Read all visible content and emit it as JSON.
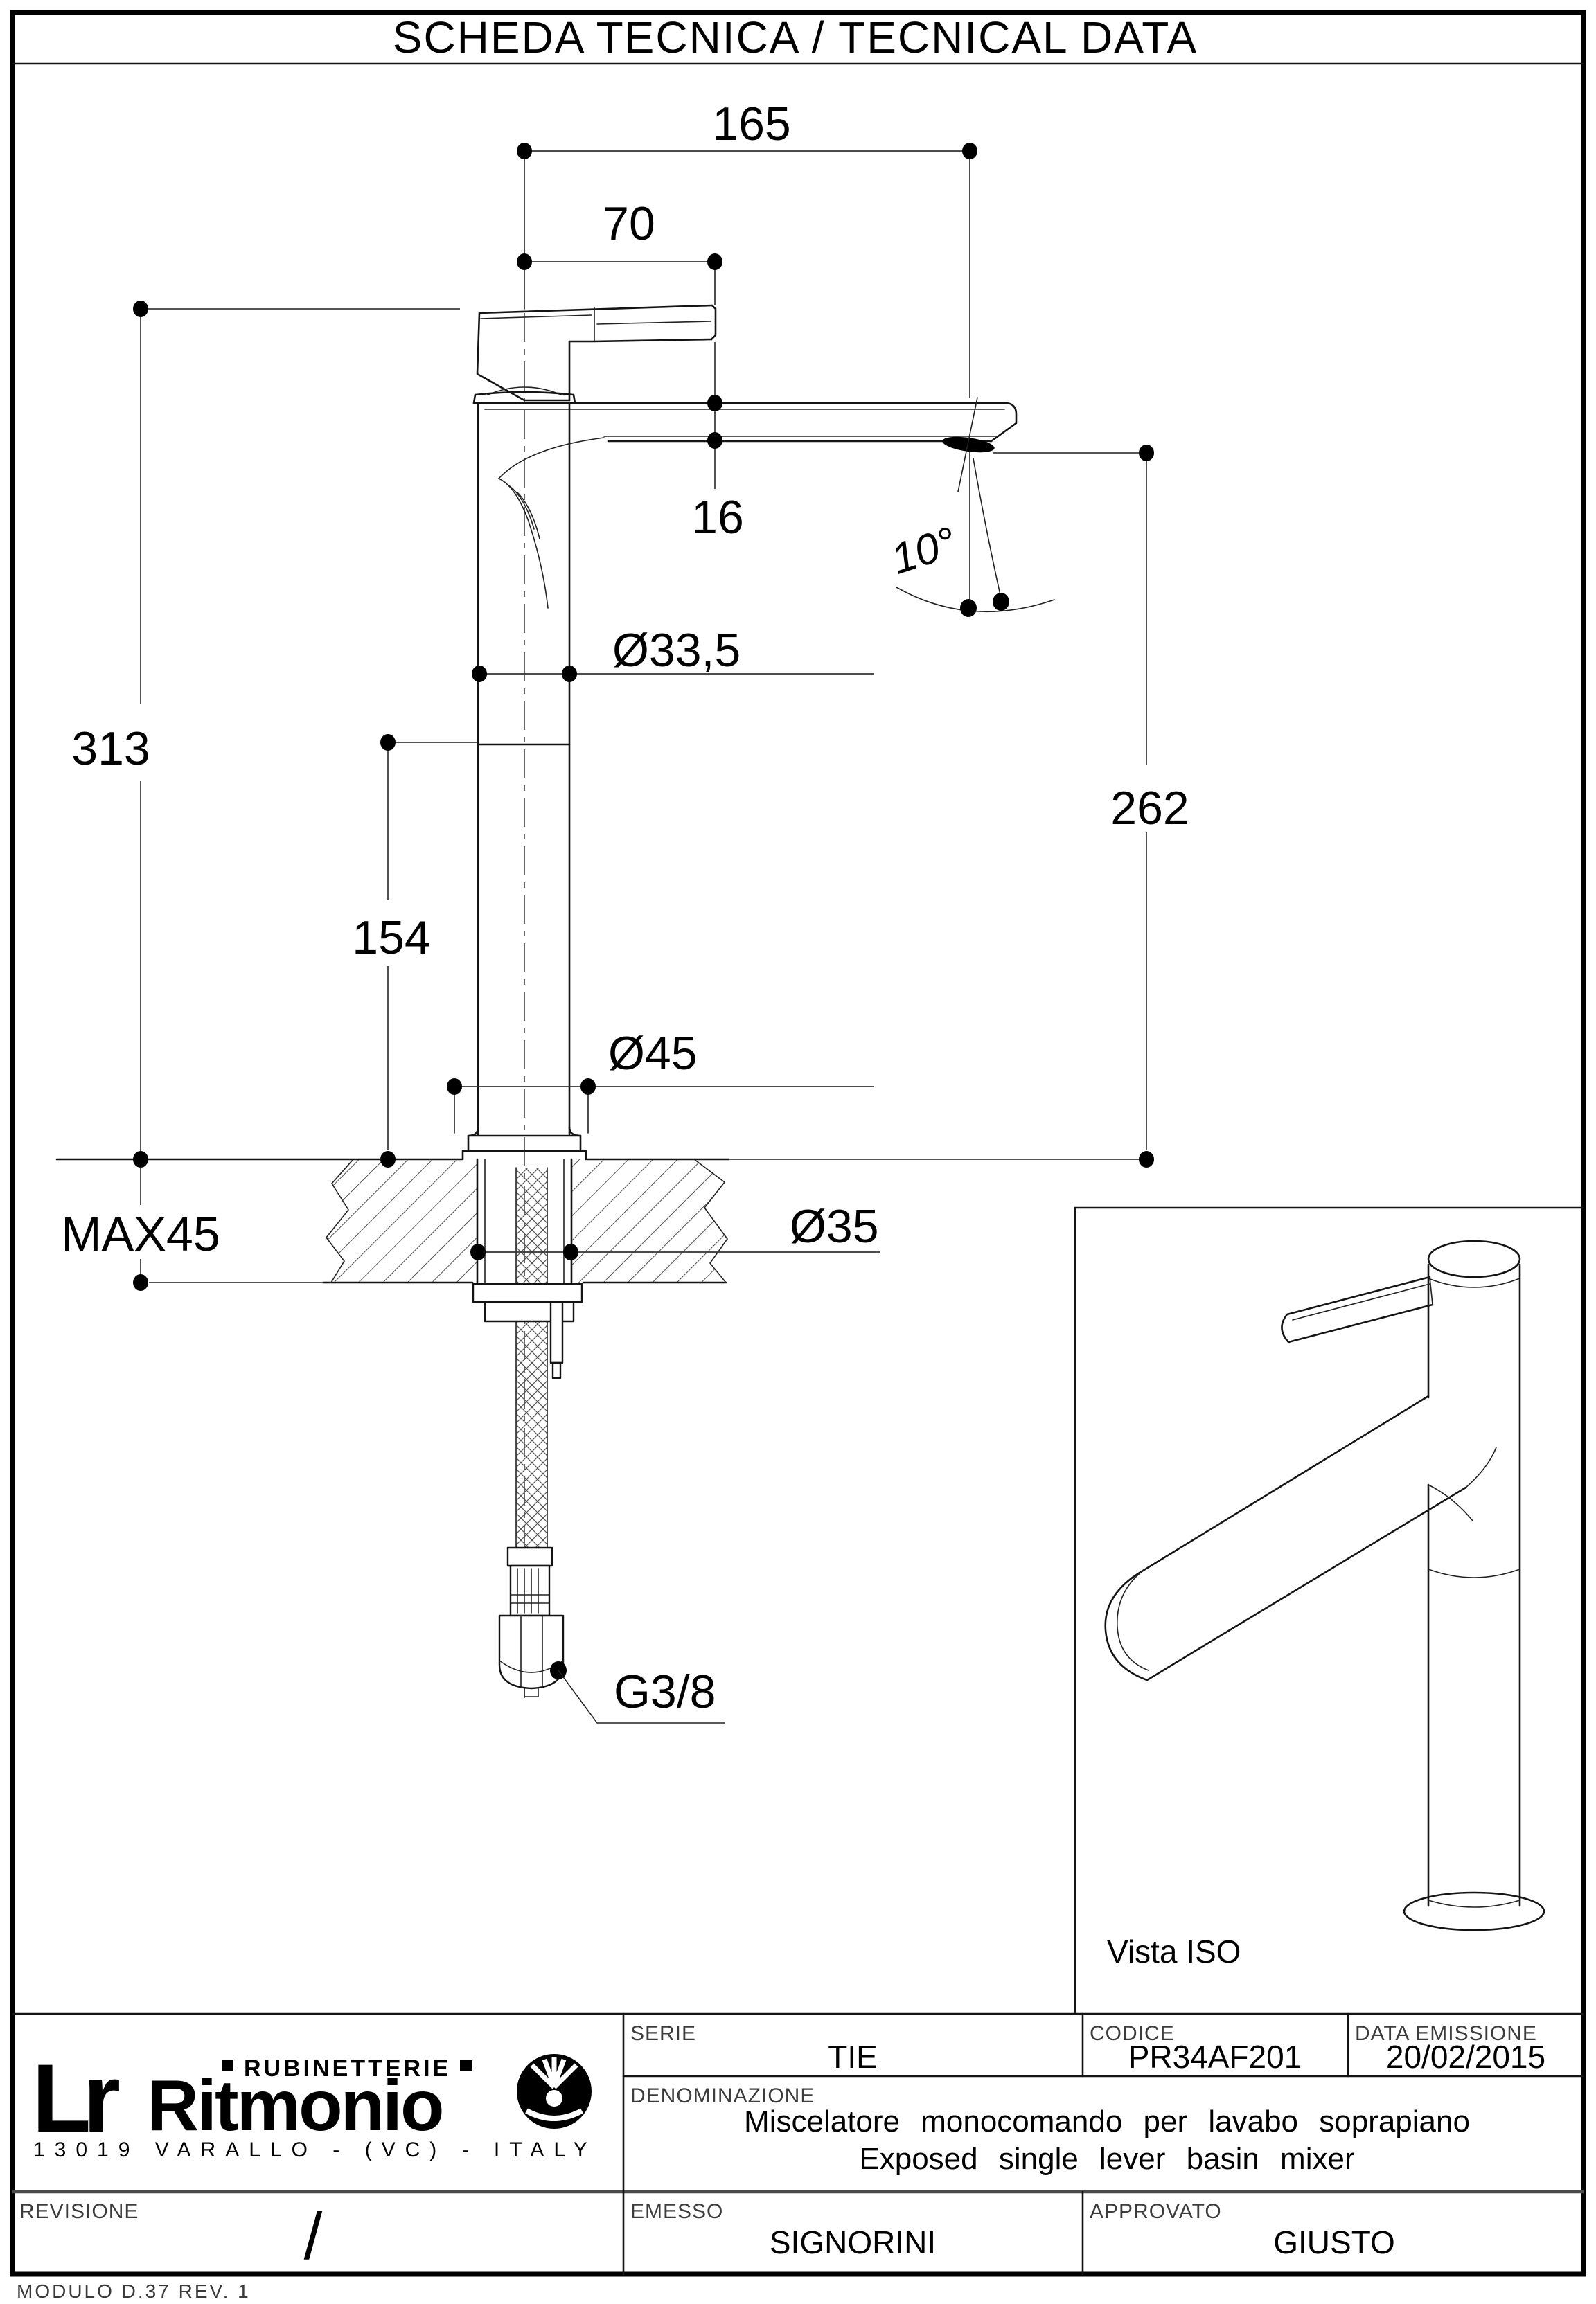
{
  "title": "SCHEDA TECNICA / TECNICAL DATA",
  "drawing": {
    "front_view": {
      "d165": "165",
      "d70": "70",
      "d16": "16",
      "angle": "10°",
      "dia_335": "Ø33,5",
      "d313": "313",
      "d154": "154",
      "dia_45": "Ø45",
      "max45": "MAX45",
      "dia_35": "Ø35",
      "d262": "262",
      "g38": "G3/8"
    },
    "iso": {
      "label": "Vista ISO"
    }
  },
  "title_block": {
    "serie": {
      "label": "SERIE",
      "value": "TIE"
    },
    "codice": {
      "label": "CODICE",
      "value": "PR34AF201"
    },
    "data_emissione": {
      "label": "DATA EMISSIONE",
      "value": "20/02/2015"
    },
    "denominazione": {
      "label": "DENOMINAZIONE",
      "line1": "Miscelatore monocomando per lavabo soprapiano",
      "line2": "Exposed single lever basin mixer"
    },
    "revisione": {
      "label": "REVISIONE",
      "value": "/"
    },
    "emesso": {
      "label": "EMESSO",
      "value": "SIGNORINI"
    },
    "approvato": {
      "label": "APPROVATO",
      "value": "GIUSTO"
    }
  },
  "logo": {
    "mark": "Lr",
    "sub": "RUBINETTERIE",
    "brand": "Ritmonio",
    "address": "13019 VARALLO - (VC) - ITALY"
  },
  "footer": {
    "modulo": "MODULO D.37 REV. 1"
  },
  "colors": {
    "line": "#141414",
    "dim": "#555555",
    "background": "#ffffff"
  }
}
